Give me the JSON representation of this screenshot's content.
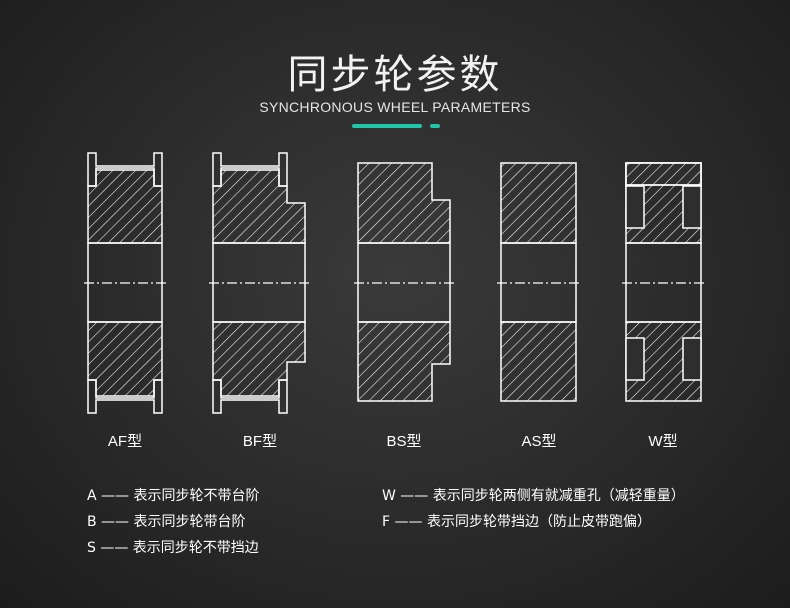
{
  "header": {
    "title": "同步轮参数",
    "subtitle": "SYNCHRONOUS WHEEL PARAMETERS"
  },
  "colors": {
    "accent": "#1fc7a8",
    "line": "#ffffff"
  },
  "wheel_types": [
    {
      "label": "AF型"
    },
    {
      "label": "BF型"
    },
    {
      "label": "BS型"
    },
    {
      "label": "AS型"
    },
    {
      "label": "W型"
    }
  ],
  "legend": {
    "left": [
      "A —— 表示同步轮不带台阶",
      "B —— 表示同步轮带台阶",
      "S —— 表示同步轮不带挡边"
    ],
    "right": [
      "W —— 表示同步轮两侧有就减重孔（减轻重量）",
      "F —— 表示同步轮带挡边（防止皮带跑偏）"
    ]
  }
}
